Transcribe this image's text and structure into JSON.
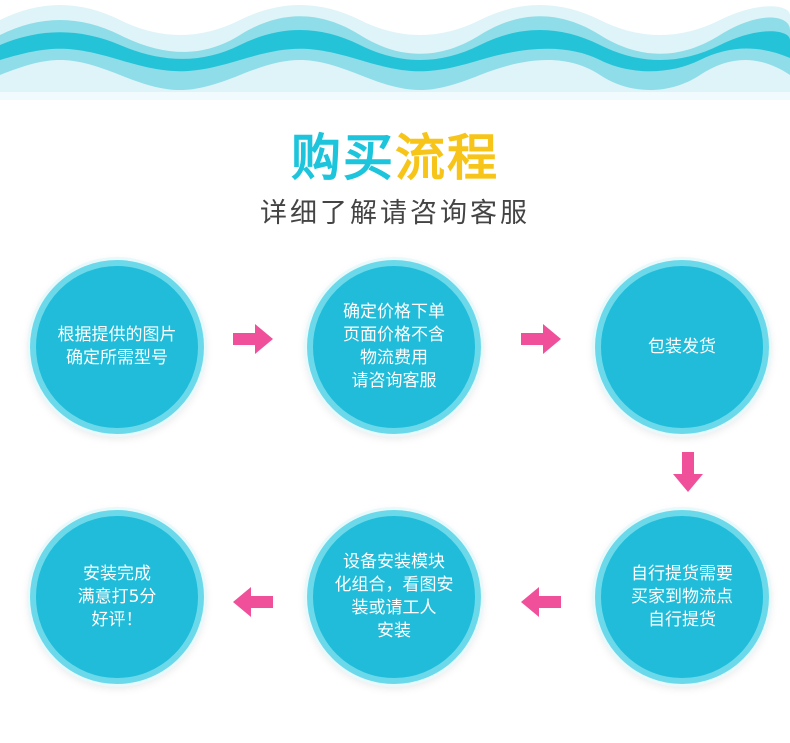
{
  "header": {
    "title_part1": "购买",
    "title_part2": "流程",
    "subtitle": "详细了解请咨询客服"
  },
  "steps": [
    {
      "text": "根据提供的图片\n确定所需型号"
    },
    {
      "text": "确定价格下单\n页面价格不含\n物流费用\n请咨询客服"
    },
    {
      "text": "包装发货"
    },
    {
      "text": "自行提货需要\n买家到物流点\n自行提货"
    },
    {
      "text": "设备安装模块\n化组合，看图安\n装或请工人\n安装"
    },
    {
      "text": "安装完成\n满意打5分\n好评！"
    }
  ],
  "colors": {
    "circle": "#20bcd9",
    "circle_ring": "#6cd9ea",
    "arrow": "#f0509a",
    "title_cyan": "#1cc4dc",
    "title_yellow": "#f7c51a"
  }
}
